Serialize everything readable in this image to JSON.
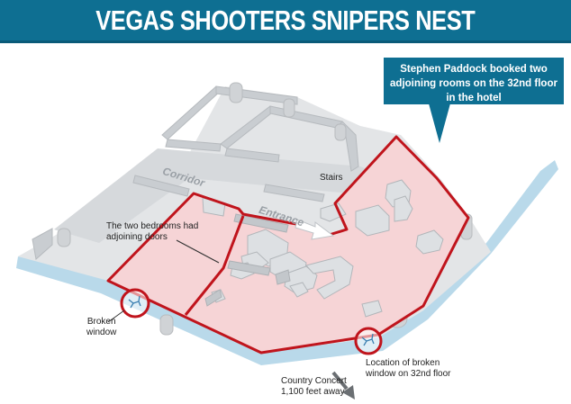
{
  "header": {
    "title": "VEGAS SHOOTERS SNIPERS NEST"
  },
  "callout": {
    "text": "Stephen Paddock booked two adjoining rooms on the 32nd floor in the hotel"
  },
  "labels": {
    "corridor": "Corridor",
    "entrance": "Entrance",
    "stairs": "Stairs",
    "bedrooms_line1": "The two bedrooms had",
    "bedrooms_line2": "adjoining doors",
    "broken_line1": "Broken",
    "broken_line2": "window",
    "location_line1": "Location of broken",
    "location_line2": "window on 32nd floor",
    "concert_line1": "Country Concert",
    "concert_line2": "1,100 feet away"
  },
  "colors": {
    "header": "#0e6f92",
    "suite_outline": "#c0141c",
    "suite_fill": "#f6d4d6",
    "floor": "#e3e5e7",
    "window_edge": "#b9d9ea"
  }
}
